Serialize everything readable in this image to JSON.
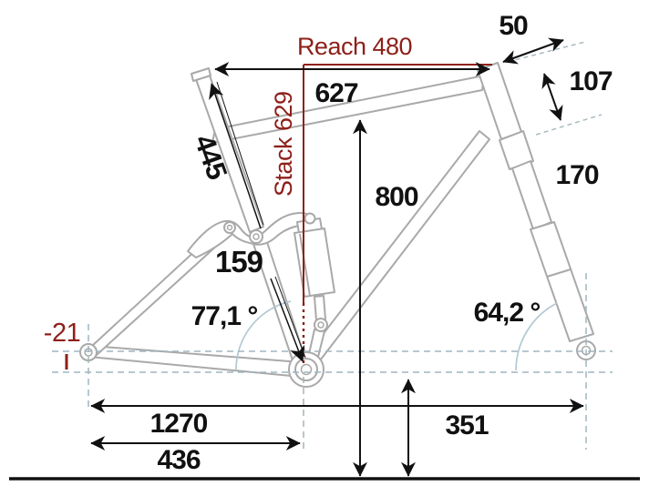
{
  "diagram": {
    "type": "bike-frame-geometry",
    "labels": {
      "reach": "Reach 480",
      "stack": "Stack 629",
      "top_tube_horizontal": "627",
      "stem_length": "50",
      "head_tube_length": "107",
      "fork_length": "170",
      "standover_height": "800",
      "seat_tube_length": "445",
      "seat_tube_lower": "159",
      "seat_angle": "77,1 °",
      "head_angle": "64,2 °",
      "bb_drop": "-21",
      "wheelbase": "1270",
      "chainstay_length": "436",
      "bb_height": "351"
    },
    "colors": {
      "accent_red": "#8e201a",
      "frame_gray": "#a9a9a9",
      "reference_dash_blue": "#9fb6c0",
      "angle_arc_blue": "#b2c9d2",
      "dimension_black": "#111111",
      "background": "#ffffff"
    }
  }
}
